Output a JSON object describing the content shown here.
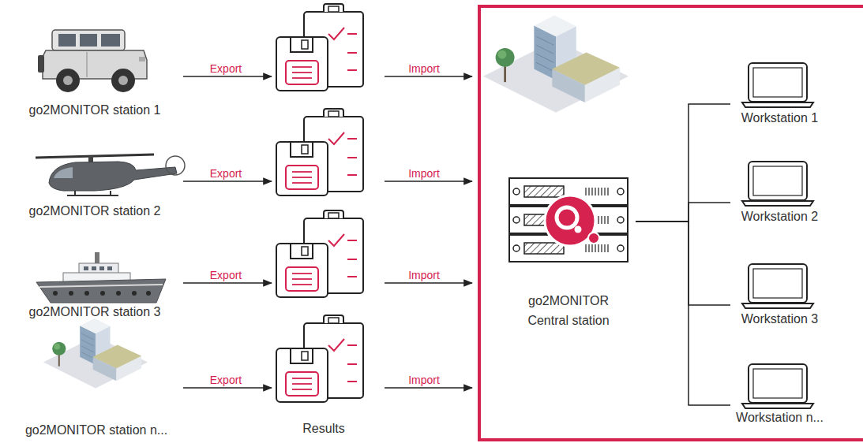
{
  "diagram": {
    "nodes": [
      {
        "text": [
          "go2MONITOR station 1"
        ]
      },
      {
        "text": [
          "go2MONITOR station 2"
        ]
      },
      {
        "text": [
          "go2MONITOR station 3"
        ]
      },
      {
        "text": [
          "go2MONITOR station n..."
        ]
      },
      {
        "text": [
          "go2MONITOR Central station"
        ]
      },
      {
        "text": [
          "Workstation 1"
        ]
      },
      {
        "text": [
          "Workstation 2"
        ]
      },
      {
        "text": [
          "Workstation 3"
        ]
      },
      {
        "text": [
          "Workstation n..."
        ]
      }
    ],
    "edges": [
      {
        "from": 4,
        "to": 5,
        "arrow": "none"
      },
      {
        "from": 4,
        "to": 6,
        "arrow": "none"
      },
      {
        "from": 4,
        "to": 7,
        "arrow": "none"
      },
      {
        "from": 4,
        "to": 8,
        "arrow": "none"
      }
    ],
    "labels": [
      "Export",
      "Import",
      "Export",
      "Import",
      "Export",
      "Import",
      "Export",
      "Import",
      "Results"
    ]
  }
}
